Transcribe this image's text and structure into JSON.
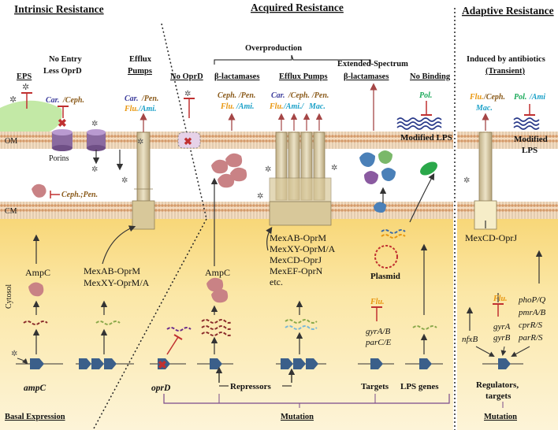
{
  "sections": {
    "intrinsic": "Intrinsic Resistance",
    "acquired": "Acquired Resistance",
    "adaptive": "Adaptive Resistance"
  },
  "membranes": {
    "om": "OM",
    "cm": "CM",
    "cytosol": "Cytosol"
  },
  "intrinsic": {
    "eps": "EPS",
    "no_entry_1": "No Entry",
    "no_entry_2": "Less OprD",
    "efflux_1": "Efflux",
    "efflux_2": "Pumps",
    "porins": "Porins",
    "drug_car": "Car.",
    "drug_ceph": "/Ceph.",
    "efflux_drug_car": "Car.",
    "efflux_drug_pen": "/Pen.",
    "efflux_drug_flu": "Flu.",
    "efflux_drug_ami": "/Ami.",
    "periplasm_drug": "Ceph.;Pen.",
    "ampc_protein": "AmpC",
    "pumps_1": "MexAB-OprM",
    "pumps_2": "MexXY-OprM/A",
    "ampc_gene": "ampC",
    "basal": "Basal Expression"
  },
  "acquired": {
    "overproduction": "Overproduction",
    "no_oprd": "No OprD",
    "beta_lactamases": "β-lactamases",
    "efflux_pumps": "Efflux Pumps",
    "ext_1": "Extended-Spectrum",
    "ext_2": "β-lactamases",
    "no_binding": "No Binding",
    "bl_drug_ceph": "Ceph.",
    "bl_drug_pen": "/Pen.",
    "bl_drug_flu": "Flu.",
    "bl_drug_ami": "/Ami.",
    "ep_drug_car": "Car.",
    "ep_drug_ceph": "/Ceph.",
    "ep_drug_pen": "/Pen.",
    "ep_drug_flu": "Flu.",
    "ep_drug_ami": "/Ami./",
    "ep_drug_mac": "Mac.",
    "pol": "Pol.",
    "modified_lps": "Modified LPS",
    "ampc_protein": "AmpC",
    "pumps": [
      "MexAB-OprM",
      "MexXY-OprM/A",
      "MexCD-OprJ",
      "MexEF-OprN",
      "etc."
    ],
    "plasmid": "Plasmid",
    "flu": "Flu.",
    "target_genes_1": "gyrA/B",
    "target_genes_2": "parC/E",
    "oprd_gene": "oprD",
    "repressors": "Repressors",
    "targets": "Targets",
    "lps_genes": "LPS genes",
    "mutation": "Mutation"
  },
  "adaptive": {
    "induced_1": "Induced by antibiotics",
    "induced_2": "(Transient)",
    "drug_flu": "Flu.",
    "drug_ceph": "/Ceph.",
    "drug_mac": "Mac.",
    "drug_pol": "Pol.",
    "drug_ami": "/Ami",
    "modified_1": "Modified",
    "modified_2": "LPS",
    "pump": "MexCD-OprJ",
    "flu": "Flu.",
    "gyr_1": "gyrA",
    "gyr_2": "gyrB",
    "nfxb": "nfxB",
    "tcs": [
      "phoP/Q",
      "pmrA/B",
      "cprR/S",
      "parR/S"
    ],
    "regulators_1": "Regulators,",
    "regulators_2": "targets",
    "mutation": "Mutation"
  },
  "colors": {
    "cytosol": "#fbe7a4",
    "membrane": "#e8b888",
    "eps": "#bde79c",
    "carbapenem": "#3a3a9a",
    "cephalosporin_penicillin": "#8a5a1a",
    "fluoroquinolone": "#e8960e",
    "aminoglycoside": "#1aa0c8",
    "polymyxin": "#18a858",
    "macrolide": "#1aa0c8",
    "inhibition": "#c03030",
    "protein": "#c98285"
  }
}
